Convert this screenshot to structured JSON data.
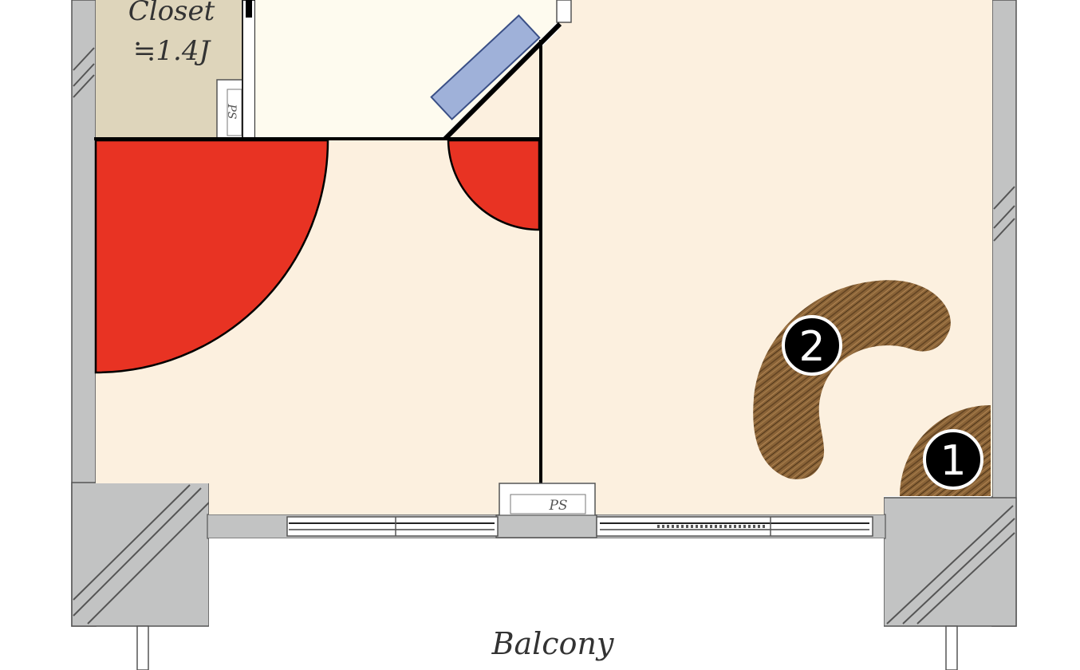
{
  "rooms": {
    "closet": {
      "name": "Closet",
      "area": "≒1.4J"
    },
    "balcony": {
      "name": "Balcony"
    }
  },
  "pipe_spaces": {
    "ps_left": "PS",
    "ps_bottom": "PS"
  },
  "markers": [
    {
      "id": "marker-1",
      "label": "1"
    },
    {
      "id": "marker-2",
      "label": "2"
    }
  ],
  "colors": {
    "floor": "#fcf0df",
    "closet_floor": "#ded5bb",
    "upper_room": "#fefbef",
    "wall": "#c2c3c3",
    "door_swing": "#e83323",
    "mirror": "#9fb1d9",
    "marker": "#000000",
    "furniture_wood": "#8a6337"
  }
}
